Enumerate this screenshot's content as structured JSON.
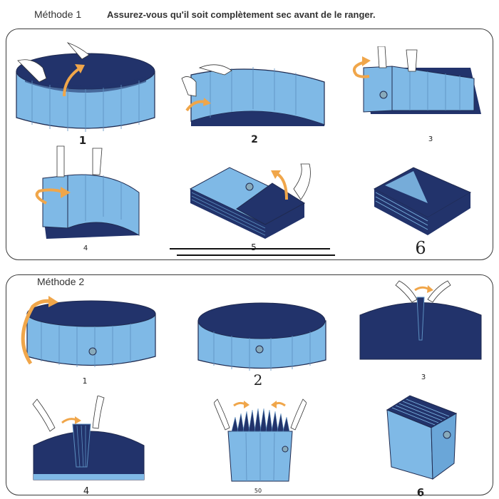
{
  "method1": {
    "title": "Méthode 1",
    "subtitle": "Assurez-vous qu'il soit complètement sec avant de le ranger.",
    "steps": [
      "1",
      "2",
      "3",
      "4",
      "5",
      "6"
    ]
  },
  "method2": {
    "title": "Méthode 2",
    "steps": [
      "1",
      "2",
      "3",
      "4",
      "50",
      "6"
    ]
  },
  "colors": {
    "pool_light": "#7fb9e6",
    "pool_dark": "#22336b",
    "arrow": "#f0a64a",
    "stroke": "#1f2a4f"
  }
}
